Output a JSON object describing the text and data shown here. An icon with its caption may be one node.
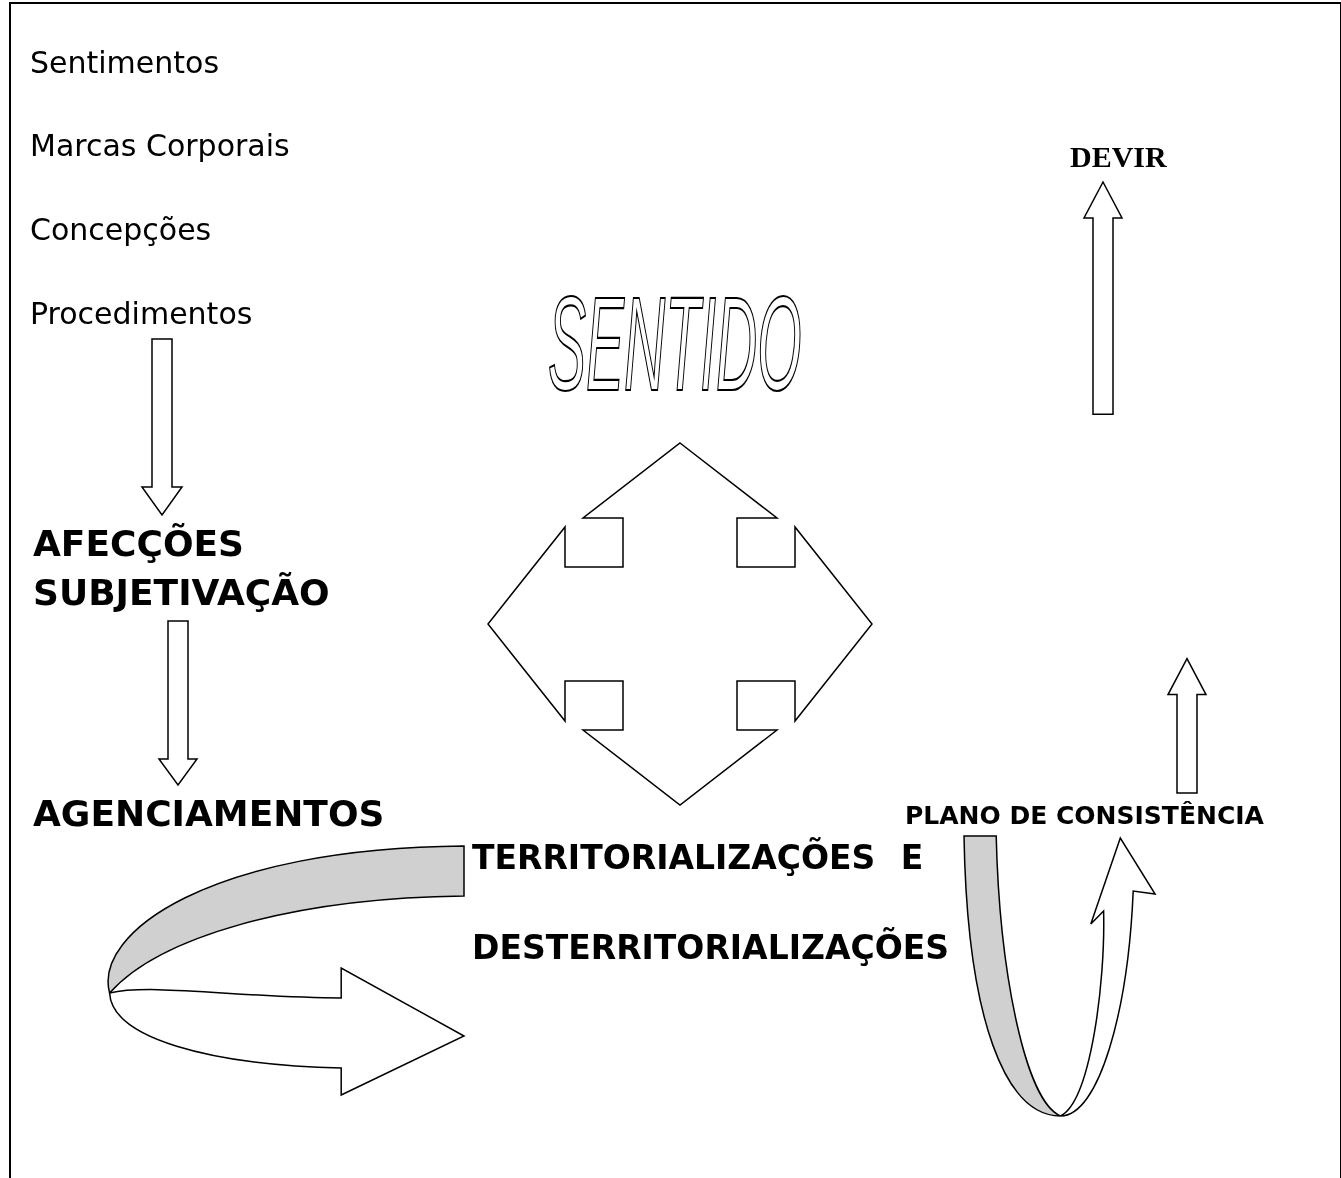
{
  "diagram": {
    "nodes": [
      {
        "text": [
          "Sentimentos",
          "Marcas Corporais",
          "Concepções",
          "Procedimentos"
        ]
      },
      {
        "text": [
          "DEVIR"
        ]
      },
      {
        "text": [
          "AFECÇÕES",
          "SUBJETIVAÇÃO"
        ]
      },
      {
        "text": [
          "AGENCIAMENTOS"
        ]
      },
      {
        "text": [
          "PLANO DE CONSISTÊNCIA"
        ]
      },
      {
        "text": [
          "TERRITORIALIZAÇÕES E",
          "DESTERRITORIALIZAÇÕES"
        ]
      }
    ],
    "edges": [
      {
        "from": 0,
        "to": 2,
        "arrow": "to"
      },
      {
        "from": 2,
        "to": 3,
        "arrow": "to"
      },
      {
        "from": 3,
        "to": 5,
        "arrow": "to"
      },
      {
        "from": 5,
        "to": 4,
        "arrow": "to"
      },
      {
        "from": 4,
        "to": 1,
        "arrow": "to"
      }
    ],
    "labels": [
      "SENTIDO"
    ]
  }
}
